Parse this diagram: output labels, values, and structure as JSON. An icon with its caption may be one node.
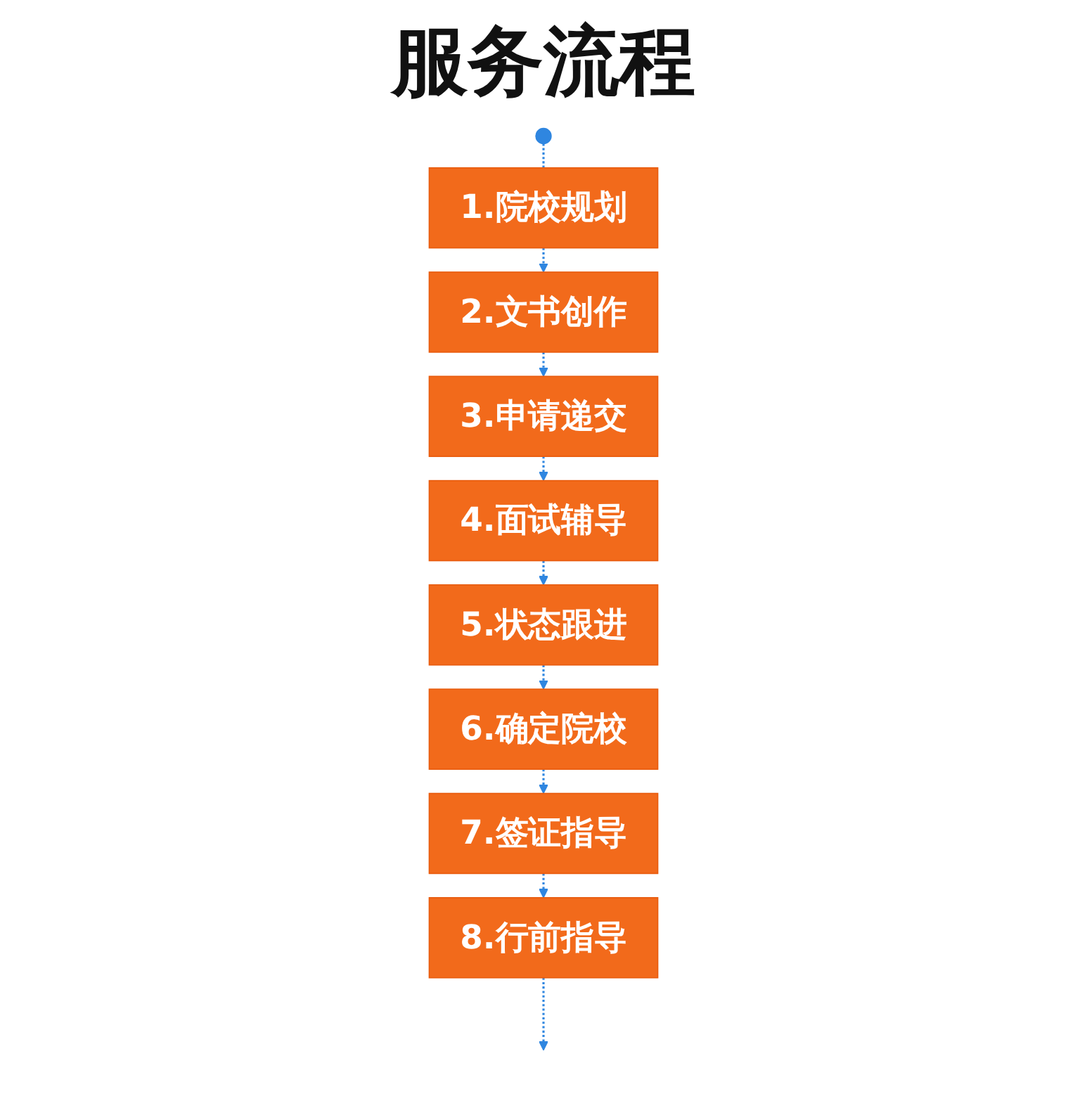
{
  "diagram": {
    "title": "服务流程",
    "nodes": [
      {
        "text": [],
        "shape": "circle"
      },
      {
        "text": [
          "1.院校规划"
        ]
      },
      {
        "text": [
          "2.文书创作"
        ]
      },
      {
        "text": [
          "3.申请递交"
        ]
      },
      {
        "text": [
          "4.面试辅导"
        ]
      },
      {
        "text": [
          "5.状态跟进"
        ]
      },
      {
        "text": [
          "6.确定院校"
        ]
      },
      {
        "text": [
          "7.签证指导"
        ]
      },
      {
        "text": [
          "8.行前指导"
        ]
      }
    ],
    "edges": [
      {
        "from": 0,
        "to": 1,
        "arrow": "none",
        "style": "dashed"
      },
      {
        "from": 1,
        "to": 2,
        "arrow": "to",
        "style": "dashed"
      },
      {
        "from": 2,
        "to": 3,
        "arrow": "to",
        "style": "dashed"
      },
      {
        "from": 3,
        "to": 4,
        "arrow": "to",
        "style": "dashed"
      },
      {
        "from": 4,
        "to": 5,
        "arrow": "to",
        "style": "dashed"
      },
      {
        "from": 5,
        "to": 6,
        "arrow": "to",
        "style": "dashed"
      },
      {
        "from": 6,
        "to": 7,
        "arrow": "to",
        "style": "dashed"
      },
      {
        "from": 7,
        "to": 8,
        "arrow": "to",
        "style": "dashed"
      },
      {
        "from": 8,
        "to": null,
        "arrow": "to",
        "style": "dashed"
      }
    ]
  }
}
